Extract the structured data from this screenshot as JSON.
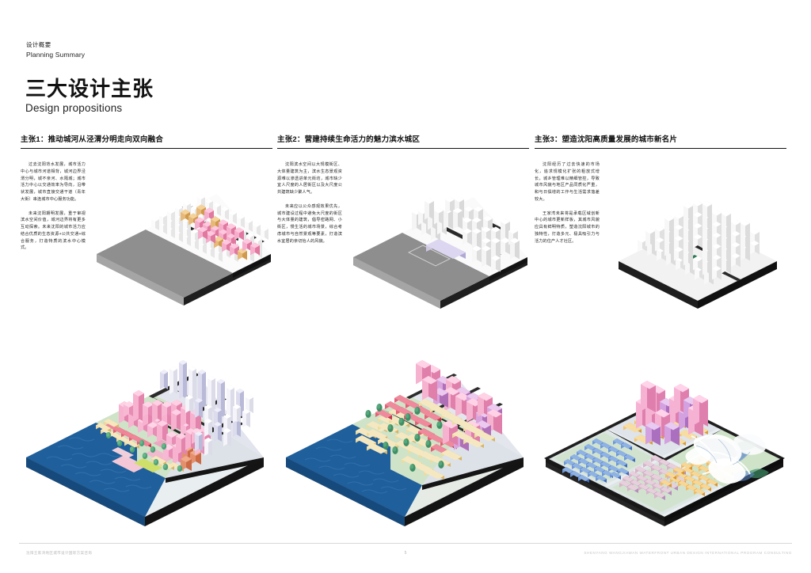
{
  "header": {
    "kicker_cn": "设计概要",
    "kicker_en": "Planning Summary",
    "title_cn": "三大设计主张",
    "title_en": "Design propositions"
  },
  "columns": [
    {
      "id": "proposition-1",
      "title": "主张1：推动城河从泾渭分明走向双向融合",
      "paragraphs": [
        "过去沈阳背水发展，城市活力中心与城市河道相背，城河边界泾渭分明，城不亲河、水隔城；城市活力中心以交通效率为导向，沿带状发展，城市直接交通干道（青年大街）串连城市中心服务功能。",
        "未来沈阳期明发展，重于审视滨水空间价值，城河边界将有更多互动探索。未来沈阳的城市活力应结合优质的生态资源+公共交通+综合服务，打造特质的滨水中心模式。"
      ],
      "iso": "iso-small-1"
    },
    {
      "id": "proposition-2",
      "title": "主张2：营建持续生命活力的魅力滨水城区",
      "paragraphs": [
        "沈阳滨水空间以大规模街区、大体量建筑为主，滨水生态景观资源难以渗透进单元街坊，城市缺少宜人尺度的人居街区以及大尺度公共建筑缺少聚人气。",
        "未来应以公众感观效果优先，城市建设过程中避免大尺度的街区与大体量的建筑，倡导密路网、小街区，慢生活的城市场景，综合考虑城市与自然景观等要素，打造滨水宜居的亲切怡人的风貌。"
      ],
      "iso": "iso-small-2"
    },
    {
      "id": "proposition-3",
      "title": "主张3：塑造沈阳高质量发展的城市新名片",
      "paragraphs": [
        "沈阳经历了过去快速的市场化，追求规模化扩张的粗放式增长，城乡管理难以精细管控，导致城市风貌与地区产品同质化严重，和与日俱增的工作与生活需求落差较大。",
        "王家湾未来将是承载区域创新中心的城市更新样板，其城市风貌应具有鲜明特质，塑造沈阳城市的独特性，打造多元、极具吸引力与活力的住产人才社区。"
      ],
      "iso": "iso-small-3"
    }
  ],
  "large_diagrams": [
    {
      "id": "iso-large-1",
      "name": "waterfront-integration-scheme"
    },
    {
      "id": "iso-large-2",
      "name": "human-scale-blocks-scheme"
    },
    {
      "id": "iso-large-3",
      "name": "city-identity-scheme"
    }
  ],
  "palette": {
    "water": "#1d5b96",
    "water_light": "#2f7ab8",
    "ground_green": "#cfe3c8",
    "ground_grey": "#d8d8d8",
    "road_dark": "#2b2b2b",
    "tower_white": "#f2f2f2",
    "tower_pink": "#f2a8c4",
    "tower_magenta": "#ec7fae",
    "tower_gold": "#e3b06a",
    "tower_orange": "#f2b955",
    "tower_blue": "#5b8fd4",
    "tower_lavender": "#c7a8d8",
    "tower_purple": "#d9d2ee",
    "tower_red": "#e0556c",
    "tower_tan": "#f0dcae",
    "landmark_green": "#2f7a56",
    "base_black": "#1c1c1c"
  },
  "footer": {
    "left": "沈阳王家湾地区城市设计国际方案咨询",
    "page": "5",
    "right": "SHENYANG WANGJIAWAN WATERFRONT URBAN DESIGN INTERNATIONAL PROGRAM CONSULTING"
  }
}
